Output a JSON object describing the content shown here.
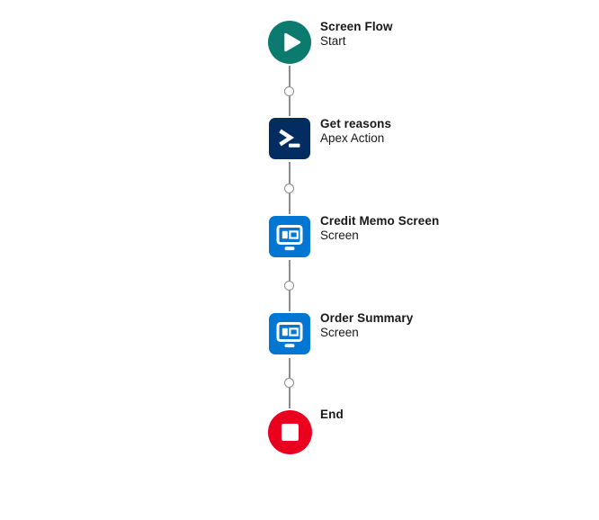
{
  "flow": {
    "title_color": "#181818",
    "connector_color": "#8C8C8C",
    "nodes": [
      {
        "id": "start",
        "title": "Screen Flow",
        "subtitle": "Start",
        "type": "start",
        "icon": "play-icon",
        "color": "#0D7A6F"
      },
      {
        "id": "get-reasons",
        "title": "Get reasons",
        "subtitle": "Apex Action",
        "type": "apex-action",
        "icon": "terminal-icon",
        "color": "#032D60"
      },
      {
        "id": "credit-memo-screen",
        "title": "Credit Memo Screen",
        "subtitle": "Screen",
        "type": "screen",
        "icon": "screen-icon",
        "color": "#0176D3"
      },
      {
        "id": "order-summary",
        "title": "Order Summary",
        "subtitle": "Screen",
        "type": "screen",
        "icon": "screen-icon",
        "color": "#0176D3"
      },
      {
        "id": "end",
        "title": "End",
        "subtitle": "",
        "type": "end",
        "icon": "stop-icon",
        "color": "#EA001E"
      }
    ]
  }
}
